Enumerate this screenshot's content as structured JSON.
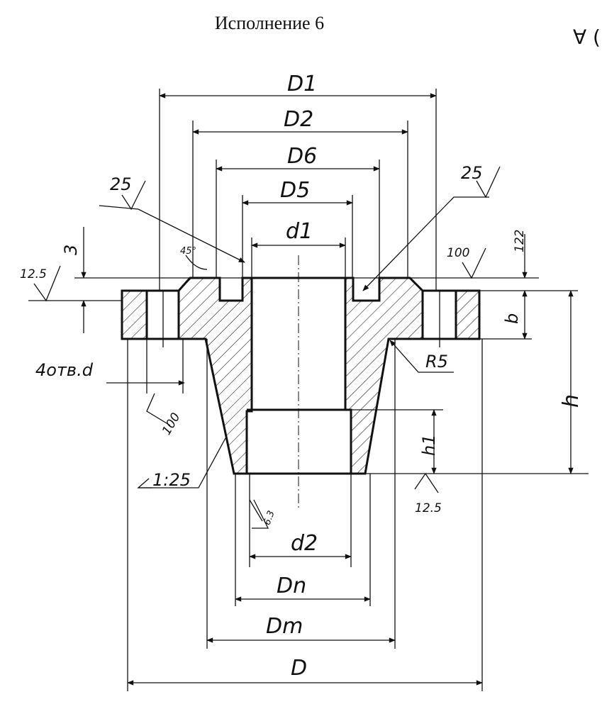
{
  "title": "Исполнение 6",
  "corner_mark": "∀ (",
  "labels": {
    "D1": "D1",
    "D2": "D2",
    "D6": "D6",
    "D5": "D5",
    "d1": "d1",
    "d2": "d2",
    "Dn": "Dn",
    "Dm": "Dm",
    "D": "D",
    "h": "h",
    "h1": "h1",
    "b": "b",
    "three": "3",
    "chamfer": "45°",
    "holes": "4отв.d",
    "radius": "R5",
    "taper": "1:25",
    "rough_25_left": "25",
    "rough_25_right": "25",
    "rough_12_5_left": "12.5",
    "rough_12_5_bottom": "12.5",
    "rough_100_top": "100",
    "rough_100_holes": "100",
    "rough_6_3": "6.3",
    "rough_122": "122"
  }
}
